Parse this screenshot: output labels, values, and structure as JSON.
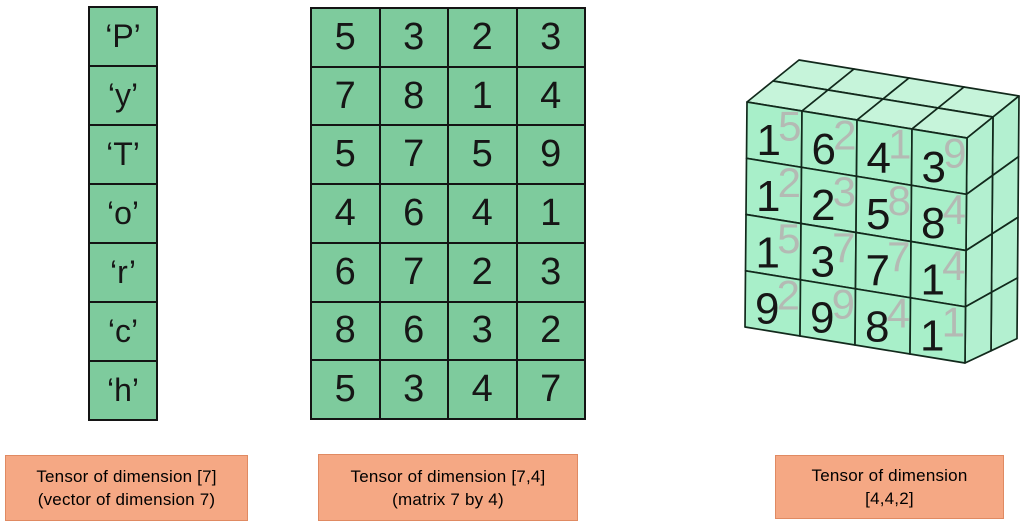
{
  "vector": {
    "cells": [
      "‘P’",
      "‘y’",
      "‘T’",
      "‘o’",
      "‘r’",
      "‘c’",
      "‘h’"
    ],
    "label": {
      "line1": "Tensor of dimension [7]",
      "line2": "(vector of dimension 7)"
    }
  },
  "matrix": {
    "rows": [
      [
        5,
        3,
        2,
        3
      ],
      [
        7,
        8,
        1,
        4
      ],
      [
        5,
        7,
        5,
        9
      ],
      [
        4,
        6,
        4,
        1
      ],
      [
        6,
        7,
        2,
        3
      ],
      [
        8,
        6,
        3,
        2
      ],
      [
        5,
        3,
        4,
        7
      ]
    ],
    "label": {
      "line1": "Tensor of dimension [7,4]",
      "line2": "(matrix 7 by 4)"
    }
  },
  "tensor3d": {
    "front_layer": [
      [
        1,
        6,
        4,
        3
      ],
      [
        1,
        2,
        5,
        8
      ],
      [
        1,
        3,
        7,
        1
      ],
      [
        9,
        9,
        8,
        1
      ]
    ],
    "back_layer": [
      [
        5,
        2,
        1,
        9
      ],
      [
        2,
        3,
        8,
        4
      ],
      [
        5,
        7,
        7,
        4
      ],
      [
        2,
        9,
        4,
        1
      ]
    ],
    "label": {
      "line1": "Tensor of dimension",
      "line2": "[4,4,2]"
    }
  },
  "chart_data": {
    "type": "table",
    "title": "Tensor dimensionality examples",
    "vector_values": [
      "P",
      "y",
      "T",
      "o",
      "r",
      "c",
      "h"
    ],
    "matrix_values": [
      [
        5,
        3,
        2,
        3
      ],
      [
        7,
        8,
        1,
        4
      ],
      [
        5,
        7,
        5,
        9
      ],
      [
        4,
        6,
        4,
        1
      ],
      [
        6,
        7,
        2,
        3
      ],
      [
        8,
        6,
        3,
        2
      ],
      [
        5,
        3,
        4,
        7
      ]
    ],
    "tensor_front_slice": [
      [
        1,
        6,
        4,
        3
      ],
      [
        1,
        2,
        5,
        8
      ],
      [
        1,
        3,
        7,
        1
      ],
      [
        9,
        9,
        8,
        1
      ]
    ],
    "tensor_back_slice": [
      [
        5,
        2,
        1,
        9
      ],
      [
        2,
        3,
        8,
        4
      ],
      [
        5,
        7,
        7,
        4
      ],
      [
        2,
        9,
        4,
        1
      ]
    ]
  },
  "colors": {
    "cell_green": "#7ecb9d",
    "grid_line": "#141414",
    "number_black": "#161616",
    "cube_front": "#a8efc9",
    "cube_top": "#c6f4da",
    "cube_side": "#b3f0d0",
    "cube_stroke": "#12291c",
    "back_number_gray": "#b4bab4",
    "label_fill": "#f5a884",
    "label_border": "#e08a62"
  }
}
